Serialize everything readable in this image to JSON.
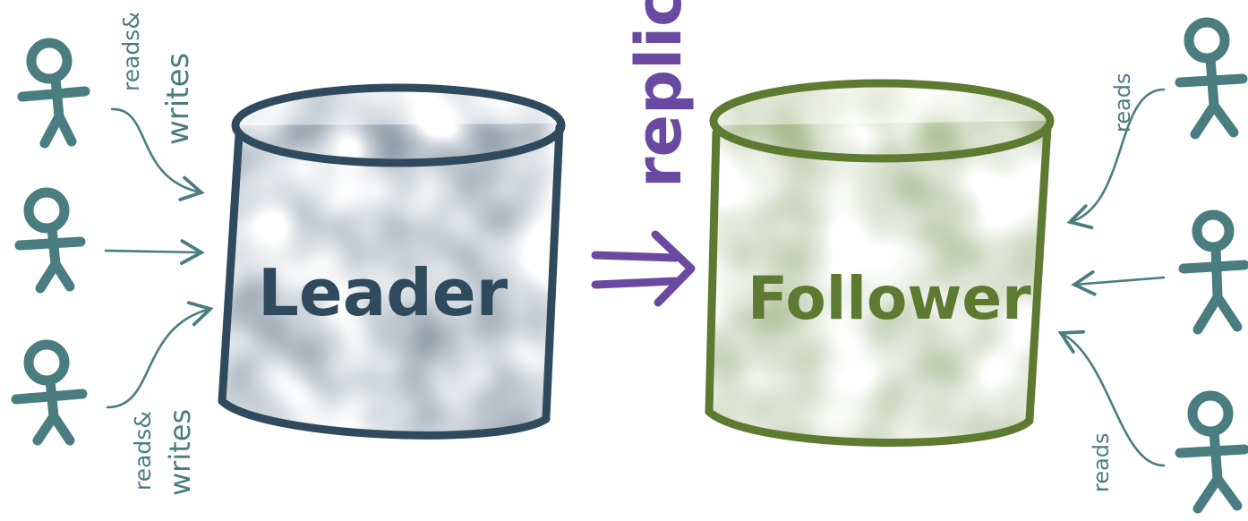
{
  "nodes": {
    "leader": {
      "label": "Leader",
      "color": "#2f4a5c"
    },
    "follower": {
      "label": "Follower",
      "color": "#5c7a30"
    }
  },
  "replication": {
    "label": "replic",
    "color": "#6a4aa0"
  },
  "edges": {
    "reads_writes_top": {
      "line1": "reads&",
      "line2": "writes"
    },
    "reads_writes_bottom": {
      "line1": "reads&",
      "line2": "writes"
    },
    "reads_top": {
      "label": "reads"
    },
    "reads_bottom": {
      "label": "reads"
    }
  },
  "person_color": "#4a7d80"
}
